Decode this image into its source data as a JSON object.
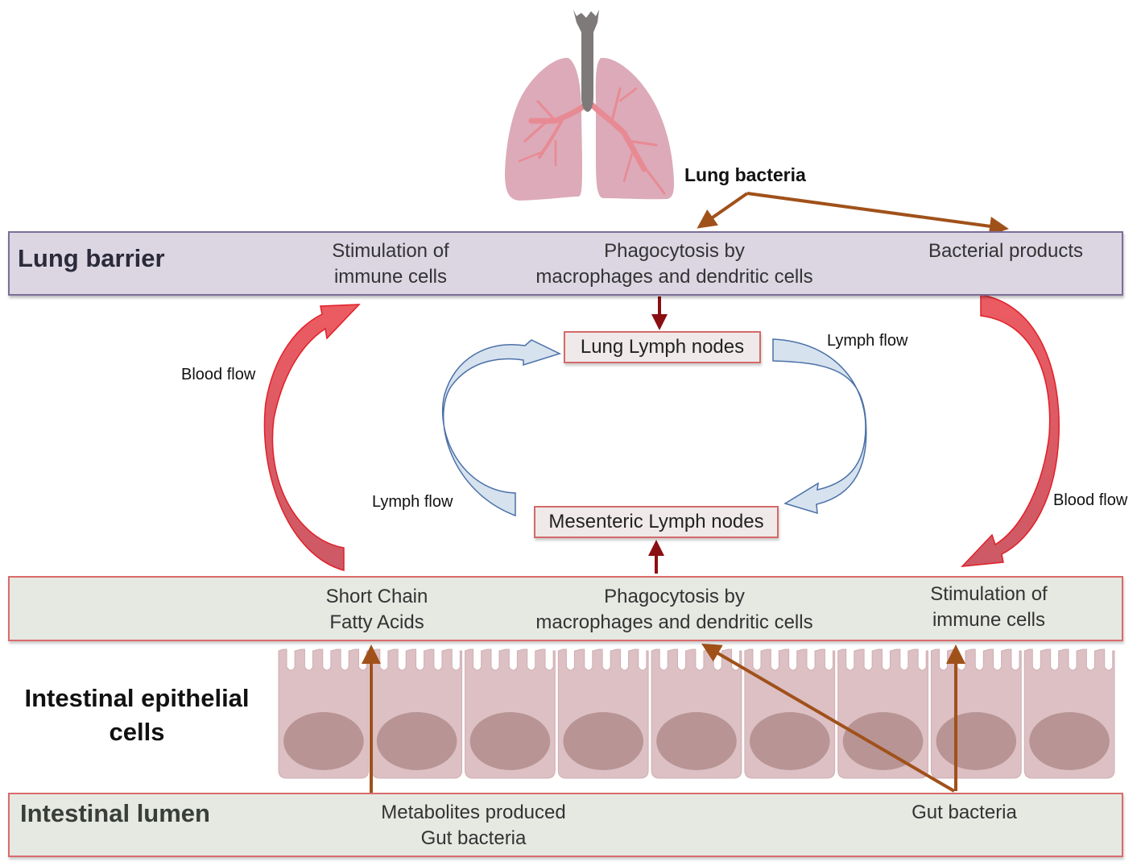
{
  "title_label": "Lung bacteria",
  "lung_barrier": {
    "heading": "Lung barrier",
    "stimulation": [
      "Stimulation of",
      "immune cells"
    ],
    "phagocytosis": [
      "Phagocytosis by",
      "macrophages and dendritic cells"
    ],
    "bacterial_products": "Bacterial products"
  },
  "lymph_nodes": {
    "lung": "Lung Lymph nodes",
    "mesenteric": "Mesenteric Lymph nodes"
  },
  "flows": {
    "blood_flow_left": "Blood flow",
    "blood_flow_right": "Blood flow",
    "lymph_flow_left": "Lymph flow",
    "lymph_flow_right": "Lymph flow"
  },
  "intestinal_barrier": {
    "scfa": [
      "Short Chain",
      "Fatty Acids"
    ],
    "phagocytosis": [
      "Phagocytosis by",
      "macrophages and dendritic cells"
    ],
    "stimulation": [
      "Stimulation of",
      "immune cells"
    ]
  },
  "epithelium": {
    "heading": [
      "Intestinal epithelial",
      "cells"
    ],
    "cell_count": 9
  },
  "lumen": {
    "heading": "Intestinal lumen",
    "metabolites": [
      "Metabolites produced",
      "Gut bacteria"
    ],
    "gut_bacteria": "Gut bacteria"
  },
  "colors": {
    "lung_band": "#dcd6e3",
    "lung_band_border": "#7c6e98",
    "gut_band": "#e6e8e2",
    "gut_band_border": "#d96b6b",
    "brown_arrow": "#a0511a",
    "dark_red_arrow": "#8b0f12",
    "blood_arrow": "#e8525a",
    "lymph_arrow": "#d6e2ee",
    "lymph_arrow_border": "#4a70a8",
    "cell": "#dcc0c4",
    "nucleus": "#b89494",
    "lung_tissue": "#dcaab8",
    "bronchi": "#e88a94",
    "trachea": "#7f7a7a"
  }
}
